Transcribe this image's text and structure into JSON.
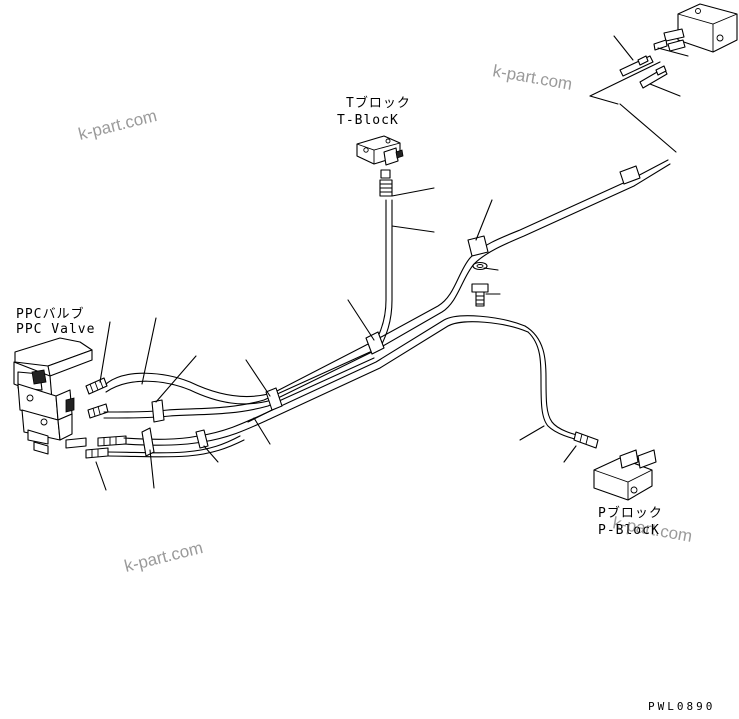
{
  "labels": {
    "t_block_jp": "Tブロック",
    "t_block_en": "T-BlocK",
    "ppc_valve_jp": "PPCバルブ",
    "ppc_valve_en": "PPC Valve",
    "p_block_jp": "Pブロック",
    "p_block_en": "P-BlocK"
  },
  "watermarks": [
    "k-part.com",
    "k-part.com",
    "k-part.com",
    "k-part.com"
  ],
  "drawing_code": "PWL0890"
}
